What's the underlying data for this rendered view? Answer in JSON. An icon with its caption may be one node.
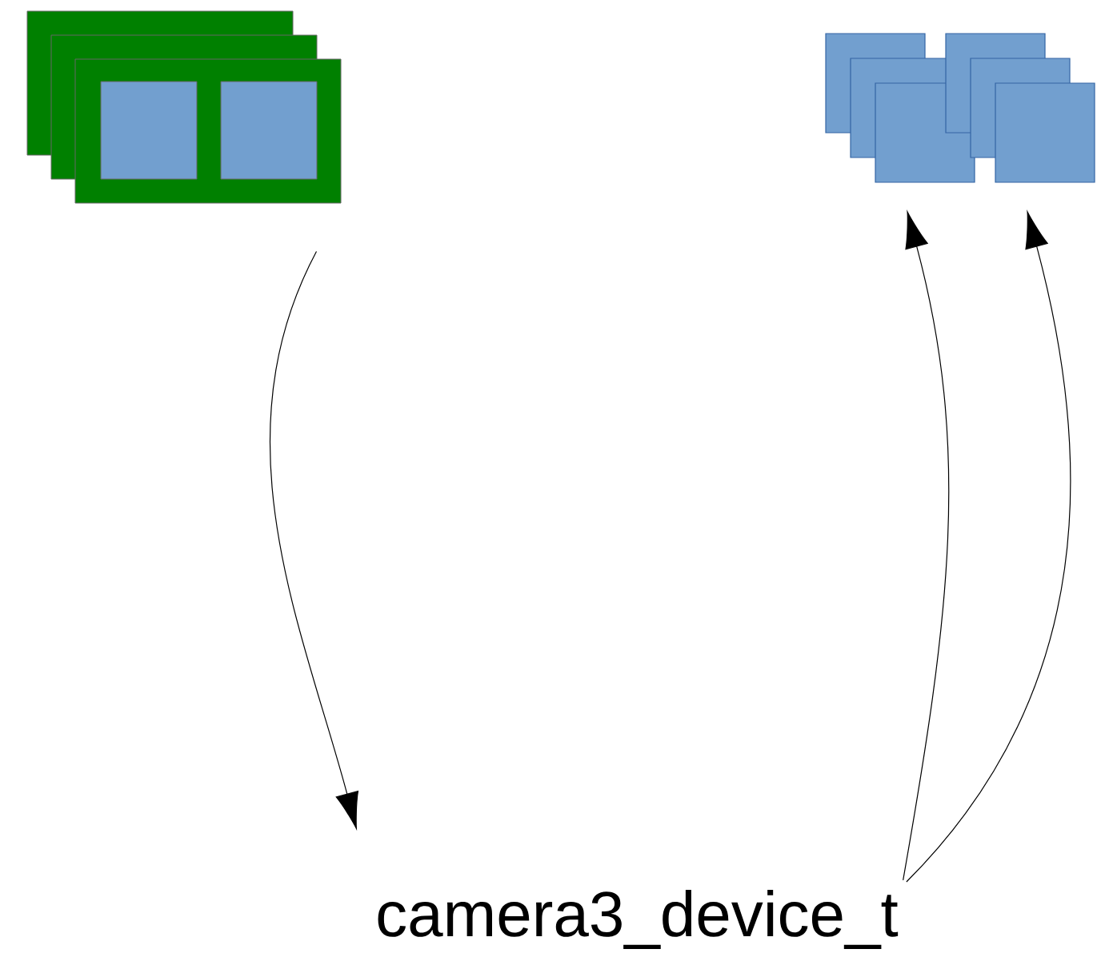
{
  "diagram": {
    "nodes": [
      {
        "text": [],
        "shape": "box"
      },
      {
        "text": [],
        "shape": "box"
      },
      {
        "text": [],
        "shape": "box"
      },
      {
        "text": [
          "camera3_device_t"
        ]
      }
    ],
    "edges": [
      {
        "from": 0,
        "to": 3,
        "arrow": "to"
      },
      {
        "from": 3,
        "to": 1,
        "arrow": "to"
      },
      {
        "from": 3,
        "to": 2,
        "arrow": "to"
      }
    ]
  }
}
